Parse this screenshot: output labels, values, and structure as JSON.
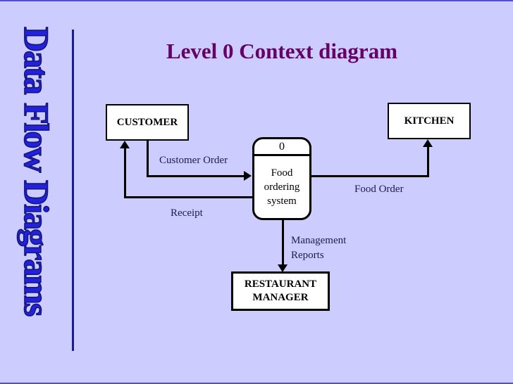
{
  "slide": {
    "title": "Level 0 Context diagram",
    "vertical_banner_words": [
      "Data",
      "Flow",
      "Diagrams"
    ],
    "colors": {
      "background": "#ccccff",
      "title": "#660066",
      "banner_fill": "#2222dd",
      "banner_outline": "#15157c",
      "divider_line": "#1c1c8c",
      "edge_line": "#5151c8",
      "box_fill": "#ffffff",
      "line": "#000000",
      "flow_label": "#1b1b4e"
    }
  },
  "diagram": {
    "process": {
      "number": "0",
      "name_lines": [
        "Food",
        "ordering",
        "system"
      ]
    },
    "entities": {
      "customer": "CUSTOMER",
      "kitchen": "KITCHEN",
      "manager_lines": [
        "RESTAURANT",
        "MANAGER"
      ]
    },
    "flow_labels": {
      "customer_order": "Customer Order",
      "receipt": "Receipt",
      "food_order": "Food Order",
      "management_reports_lines": [
        "Management",
        "Reports"
      ]
    }
  }
}
